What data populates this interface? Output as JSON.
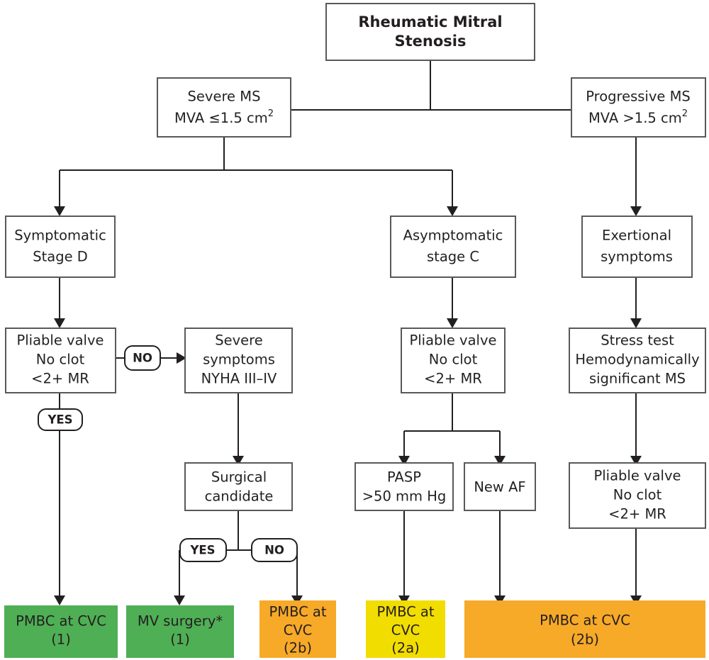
{
  "diagram": {
    "type": "clinical-decision-flowchart",
    "title": "Rheumatic Mitral Stenosis",
    "colors": {
      "green": "#4FAF55",
      "orange": "#F7A928",
      "yellow": "#F2DD00",
      "box_stroke": "#58595b",
      "connector": "#231f20",
      "text": "#231f20",
      "background": "#ffffff"
    },
    "nodes": {
      "root": {
        "line1": "Rheumatic Mitral",
        "line2": "Stenosis"
      },
      "severe_ms": {
        "line1": "Severe MS",
        "line2_pre": "MVA ",
        "line2_sym": "≤1.5 cm",
        "line2_sup": "2"
      },
      "progressive_ms": {
        "line1": "Progressive MS",
        "line2_pre": "MVA ",
        "line2_sym": ">1.5 cm",
        "line2_sup": "2"
      },
      "symptomatic_d": {
        "line1": "Symptomatic",
        "line2": "Stage D"
      },
      "asymptomatic_c": {
        "line1": "Asymptomatic",
        "line2": "stage C"
      },
      "exertional": {
        "line1": "Exertional",
        "line2": "symptoms"
      },
      "pliable_left": {
        "line1": "Pliable valve",
        "line2": "No clot",
        "line3": "<2+ MR"
      },
      "severe_symptoms": {
        "line1": "Severe",
        "line2": "symptoms",
        "line3": "NYHA III–IV"
      },
      "pliable_mid": {
        "line1": "Pliable valve",
        "line2": "No clot",
        "line3": "<2+ MR"
      },
      "stress_test": {
        "line1": "Stress test",
        "line2": "Hemodynamically",
        "line3": "significant MS"
      },
      "surgical_candidate": {
        "line1": "Surgical",
        "line2": "candidate"
      },
      "pasp": {
        "line1": "PASP",
        "line2": ">50 mm Hg"
      },
      "new_af": {
        "line1": "New AF"
      },
      "pliable_right": {
        "line1": "Pliable valve",
        "line2": "No clot",
        "line3": "<2+ MR"
      }
    },
    "decision_labels": {
      "no_left": "NO",
      "yes_left": "YES",
      "yes_surgical": "YES",
      "no_surgical": "NO"
    },
    "outcomes": [
      {
        "id": "outcome-pmbc-cvc-1",
        "line1": "PMBC at CVC",
        "line2": "(1)",
        "color": "#4FAF55",
        "recommendation_class": "1"
      },
      {
        "id": "outcome-mv-surgery-1",
        "line1": "MV surgery*",
        "line2": "(1)",
        "color": "#4FAF55",
        "recommendation_class": "1"
      },
      {
        "id": "outcome-pmbc-cvc-2b-left",
        "line1": "PMBC at",
        "line2": "CVC",
        "line3": "(2b)",
        "color": "#F7A928",
        "recommendation_class": "2b"
      },
      {
        "id": "outcome-pmbc-cvc-2a",
        "line1": "PMBC at",
        "line2": "CVC",
        "line3": "(2a)",
        "color": "#F2DD00",
        "recommendation_class": "2a"
      },
      {
        "id": "outcome-pmbc-cvc-2b-right",
        "line1": "PMBC at CVC",
        "line2": "(2b)",
        "color": "#F7A928",
        "recommendation_class": "2b"
      }
    ]
  }
}
